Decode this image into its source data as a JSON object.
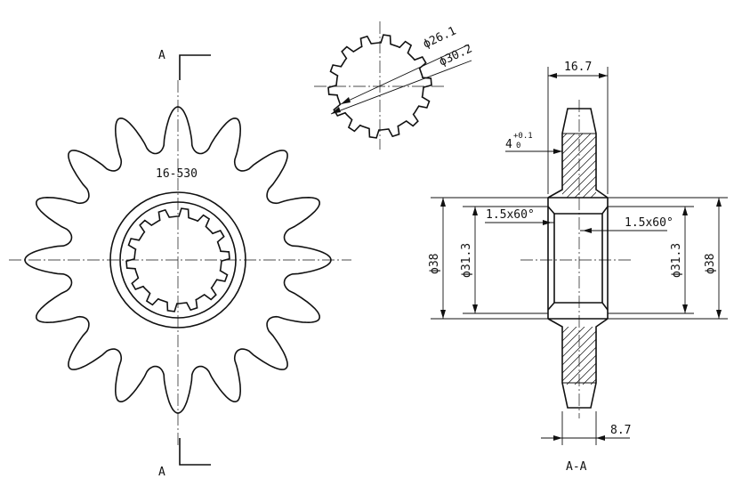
{
  "colors": {
    "line": "#111111",
    "background": "#ffffff"
  },
  "section_marks": {
    "top": "A",
    "bottom": "A"
  },
  "part_number": "16-530",
  "spline_dims": {
    "minor": "ϕ26.1",
    "major": "ϕ30.2"
  },
  "section_view": {
    "title": "A-A",
    "width_total": "16.7",
    "tooth_width": "8.7",
    "tooth_tol_base": "4",
    "tooth_tol_upper": "+0.1",
    "tooth_tol_lower": "0",
    "chamfer_left": "1.5x60°",
    "chamfer_right": "1.5x60°",
    "hub_dia_left": "ϕ38",
    "bore_dia_left": "ϕ31.3",
    "bore_dia_right": "ϕ31.3",
    "hub_dia_right": "ϕ38"
  }
}
